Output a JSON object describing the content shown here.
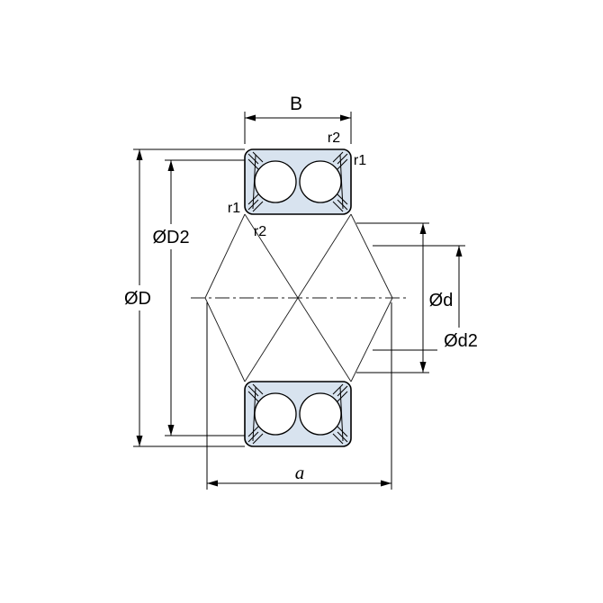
{
  "figure": {
    "labels": {
      "b": "B",
      "r2_top": "r2",
      "r1_top": "r1",
      "r1_left": "r1",
      "r2_left": "r2",
      "outer_shoulder_diameter": "ØD2",
      "outer_diameter": "ØD",
      "bore_diameter": "Ød",
      "inner_shoulder_diameter": "Ød2",
      "span": "a"
    },
    "colors": {
      "bearing_fill": "#d8e3ef",
      "line": "#000000",
      "background": "#ffffff"
    }
  }
}
